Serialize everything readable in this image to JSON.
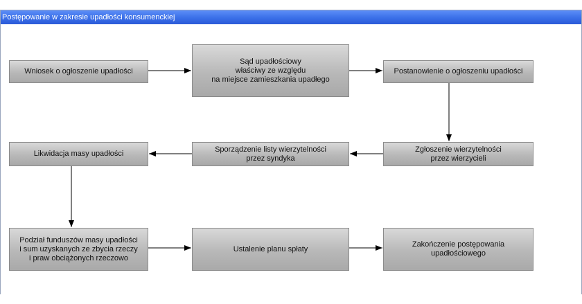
{
  "panel": {
    "title": "Postępowanie w zakresie upadłości konsumenckiej"
  },
  "nodes": {
    "wniosek": "Wniosek o ogłoszenie upadłości",
    "sad": "Sąd upadłościowy\nwłaściwy ze względu\nna miejsce zamieszkania upadłego",
    "postanowienie": "Postanowienie o ogłoszeniu upadłości",
    "zgloszenie": "Zgłoszenie wierzytelności\nprzez wierzycieli",
    "lista": "Sporządzenie listy wierzytelności\nprzez syndyka",
    "likwidacja": "Likwidacja masy upadłości",
    "podzial": "Podział funduszów masy upadłości\ni sum uzyskanych ze zbycia rzeczy\ni praw obciążonych rzeczowo",
    "plan": "Ustalenie planu spłaty",
    "zakonczenie": "Zakończenie postępowania\nupadłościowego"
  }
}
